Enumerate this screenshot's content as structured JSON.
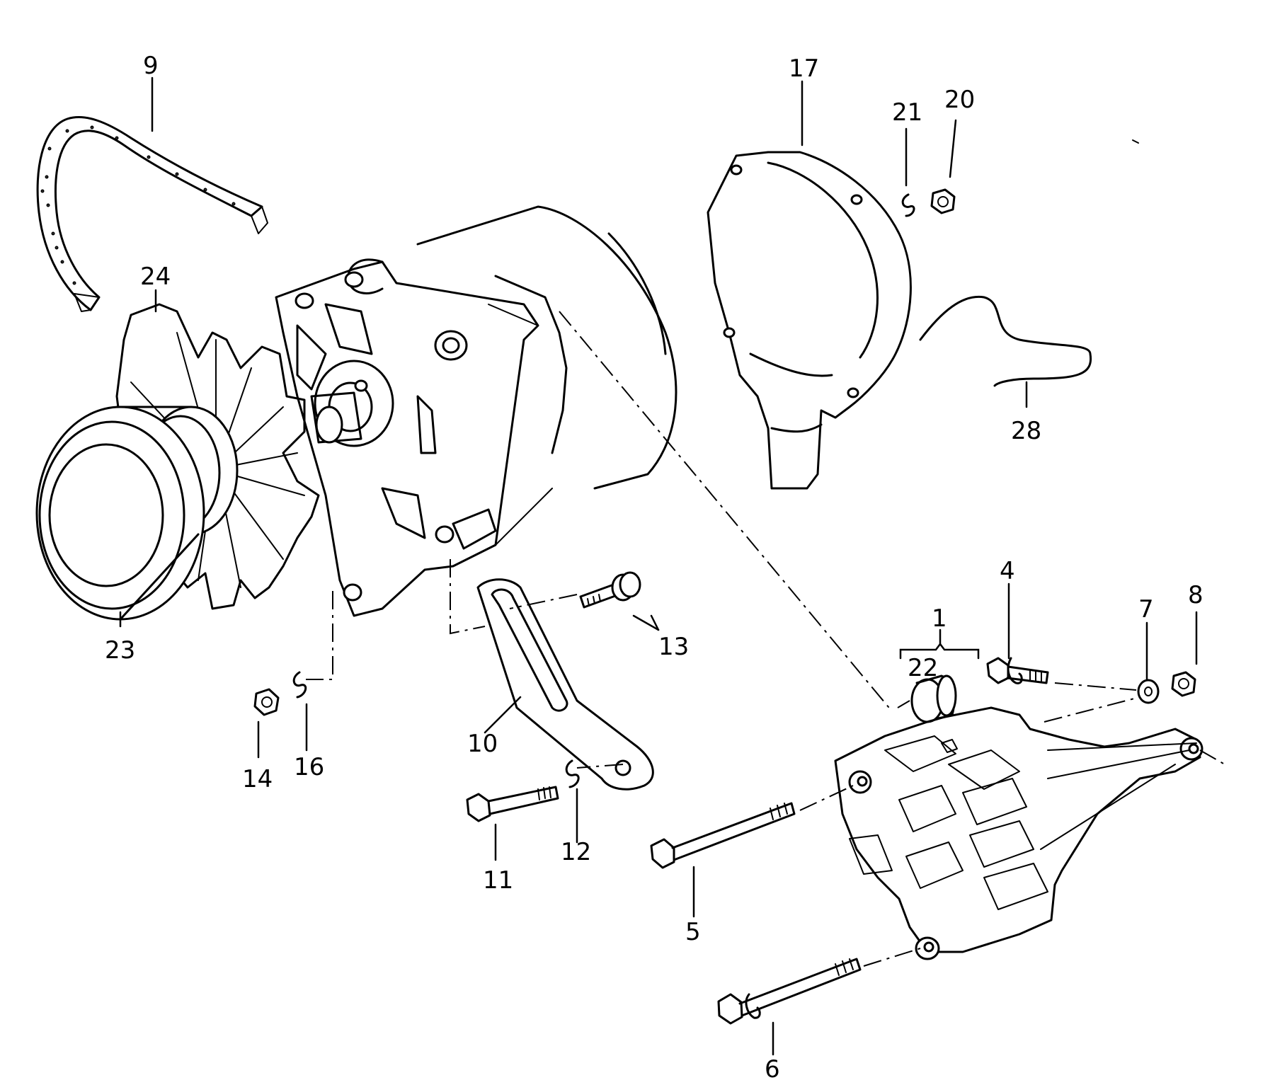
{
  "callouts": {
    "c1": "1",
    "c4": "4",
    "c5": "5",
    "c6": "6",
    "c7": "7",
    "c8": "8",
    "c9": "9",
    "c10": "10",
    "c11": "11",
    "c12": "12",
    "c13": "13",
    "c14": "14",
    "c16": "16",
    "c17": "17",
    "c20": "20",
    "c21": "21",
    "c22": "22",
    "c23": "23",
    "c24": "24",
    "c28": "28"
  },
  "icons": {
    "drive_belt": "v-belt-icon",
    "alternator": "alternator-icon",
    "pulley": "pulley-icon",
    "fan": "fan-icon",
    "cover": "cover-cap-icon",
    "bracket": "mounting-bracket-icon",
    "adjuster": "tension-strap-icon",
    "bolt": "bolt-icon",
    "nut": "nut-icon",
    "washer": "washer-icon",
    "lock_washer": "spring-washer-icon",
    "bushing": "bushing-icon",
    "wire": "ground-wire-icon"
  }
}
